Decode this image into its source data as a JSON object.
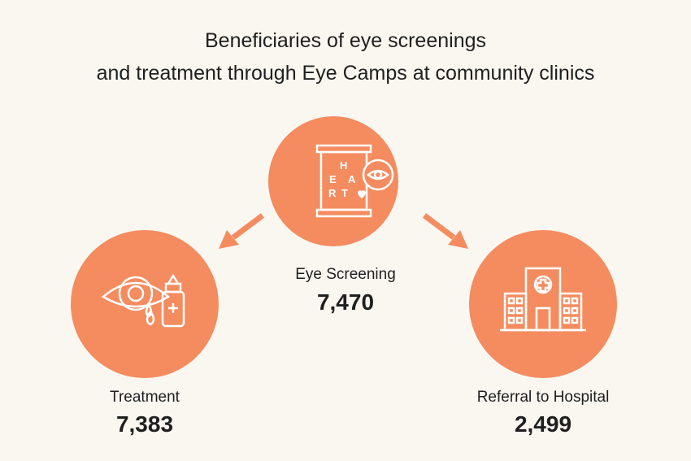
{
  "title": {
    "line1": "Beneficiaries of eye screenings",
    "line2": "and treatment through Eye Camps at community clinics"
  },
  "colors": {
    "accent": "#f48c5f",
    "background": "#faf7f1",
    "text": "#1f1f1f",
    "icon_line": "#ffffff"
  },
  "nodes": {
    "screening": {
      "label": "Eye Screening",
      "value": "7,470",
      "icon": "eye-chart-icon",
      "chart_letters": [
        "H",
        "E",
        "A",
        "R",
        "T"
      ]
    },
    "treatment": {
      "label": "Treatment",
      "value": "7,383",
      "icon": "eye-drops-icon"
    },
    "referral": {
      "label": "Referral to Hospital",
      "value": "2,499",
      "icon": "hospital-icon"
    }
  }
}
